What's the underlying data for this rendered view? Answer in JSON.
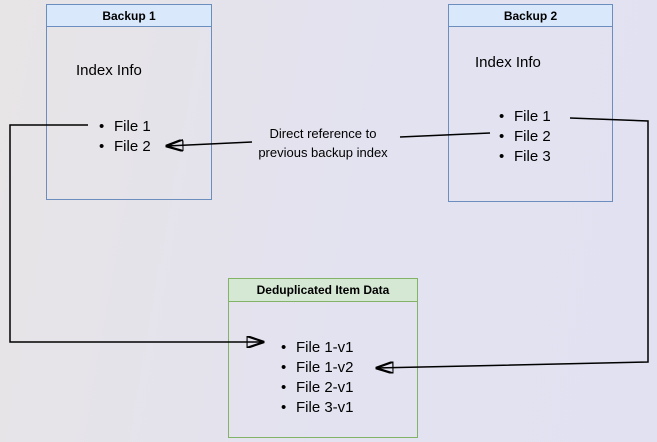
{
  "nodes": {
    "backup1": {
      "title": "Backup 1",
      "subtitle": "Index Info",
      "items": [
        "File 1",
        "File 2"
      ]
    },
    "backup2": {
      "title": "Backup 2",
      "subtitle": "Index Info",
      "items": [
        "File 1",
        "File 2",
        "File 3"
      ]
    },
    "dedup": {
      "title": "Deduplicated Item Data",
      "items": [
        "File 1-v1",
        "File 1-v2",
        "File 2-v1",
        "File 3-v1"
      ]
    }
  },
  "annotation": {
    "line1": "Direct reference to",
    "line2": "previous backup index"
  },
  "colors": {
    "blue_header_fill": "#dae8fc",
    "blue_border": "#6c8ebf",
    "green_header_fill": "#d5e8d4",
    "green_border": "#82b366",
    "arrow": "#000000",
    "canvas_left": "#e8e5e6",
    "canvas_right": "#e1e1f1"
  }
}
